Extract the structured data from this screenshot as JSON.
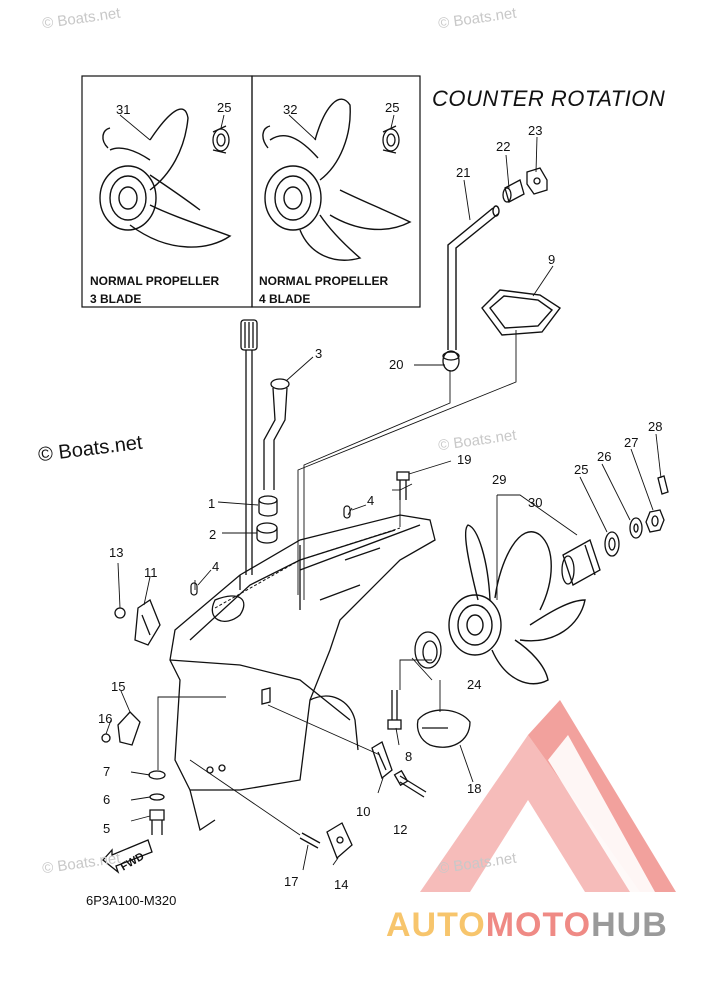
{
  "header": {
    "title": "COUNTER ROTATION"
  },
  "inset": {
    "left_caption_line1": "NORMAL PROPELLER",
    "left_caption_line2": "3 BLADE",
    "right_caption_line1": "NORMAL PROPELLER",
    "right_caption_line2": "4 BLADE",
    "left_part_label": "31",
    "left_washer_label": "25",
    "right_part_label": "32",
    "right_washer_label": "25"
  },
  "part_labels": {
    "p1": "1",
    "p2": "2",
    "p3": "3",
    "p4a": "4",
    "p4b": "4",
    "p5": "5",
    "p6": "6",
    "p7": "7",
    "p8": "8",
    "p9": "9",
    "p10": "10",
    "p11": "11",
    "p12": "12",
    "p13": "13",
    "p14": "14",
    "p15": "15",
    "p16": "16",
    "p17": "17",
    "p18": "18",
    "p19": "19",
    "p20": "20",
    "p21": "21",
    "p22": "22",
    "p23": "23",
    "p24": "24",
    "p25": "25",
    "p26": "26",
    "p27": "27",
    "p28": "28",
    "p29": "29",
    "p30": "30"
  },
  "footer": {
    "diagram_code": "6P3A100-M320",
    "fwd_label": "FWD"
  },
  "copyright": "© Boats.net",
  "watermark": "© Boats.net",
  "logo": {
    "part1": "AUTO",
    "part2": "MOTO",
    "part3": "HUB",
    "color1": "#f7c56c",
    "color2": "#ef8a85",
    "color3": "#9a9a9a"
  }
}
